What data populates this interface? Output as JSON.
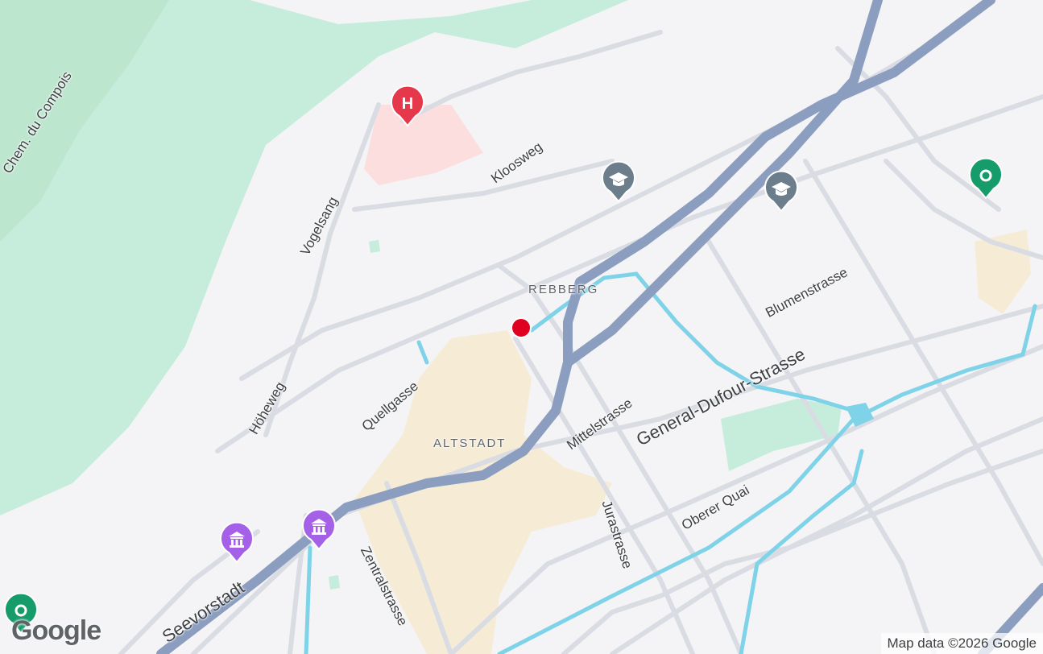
{
  "map": {
    "attribution": "Map data ©2026 Google",
    "logo_text": "Google",
    "neighborhoods": {
      "rebberg": "REBBERG",
      "altstadt": "ALTSTADT"
    },
    "streets": {
      "chem_du_compois": "Chem. du Compois",
      "kloosweg": "Kloosweg",
      "vogelsang": "Vogelsang",
      "hoheweg": "Höheweg",
      "quellgasse": "Quellgasse",
      "blumenstrasse": "Blumenstrasse",
      "general_dufour": "General-Dufour-Strasse",
      "mittelstrasse": "Mittelstrasse",
      "jurastrasse": "Jurastrasse",
      "oberer_quai": "Oberer Quai",
      "zentralstrasse": "Zentralstrasse",
      "seevorstadt": "Seevorstadt"
    },
    "markers": {
      "hospital_icon_text": "H",
      "hospital": "hospital-icon",
      "school": "graduation-cap-icon",
      "museum": "museum-icon",
      "park": "park-pin-icon",
      "location": "red-dot-marker"
    },
    "colors": {
      "park": "#c6eddc",
      "land": "#f4f3f5",
      "oldtown": "#f6ecd6",
      "hospital_area": "#fcdede",
      "highway": "#8b9ec0",
      "water": "#7fd3e8",
      "road": "#dadce3",
      "hospital_pin": "#e5384a",
      "school_pin": "#6c7d8b",
      "museum_pin": "#a560e8",
      "park_pin": "#169c6a",
      "location_dot": "#e0001f"
    }
  }
}
